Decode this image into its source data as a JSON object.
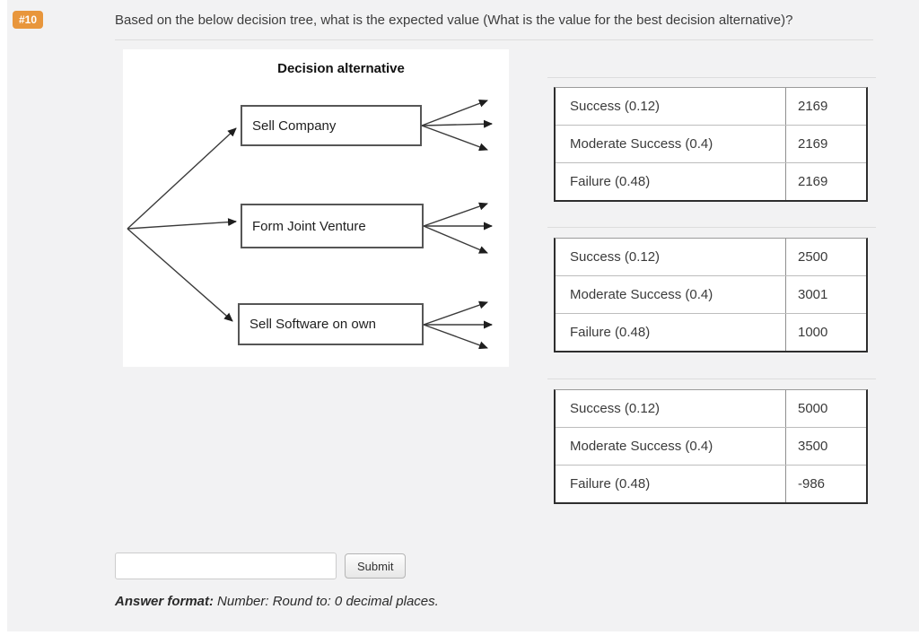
{
  "question": {
    "badge": "#10",
    "badge_color": "#e8963c",
    "text": "Based on the below decision tree, what is the expected value (What is the value for the best decision alternative)?"
  },
  "diagram": {
    "title": "Decision alternative",
    "alternatives": [
      "Sell Company",
      "Form Joint Venture",
      "Sell Software on own"
    ]
  },
  "tables": [
    {
      "rows": [
        {
          "label": "Success (0.12)",
          "value": "2169"
        },
        {
          "label": "Moderate Success (0.4)",
          "value": "2169"
        },
        {
          "label": "Failure (0.48)",
          "value": "2169"
        }
      ]
    },
    {
      "rows": [
        {
          "label": "Success (0.12)",
          "value": "2500"
        },
        {
          "label": "Moderate Success (0.4)",
          "value": "3001"
        },
        {
          "label": "Failure (0.48)",
          "value": "1000"
        }
      ]
    },
    {
      "rows": [
        {
          "label": "Success (0.12)",
          "value": "5000"
        },
        {
          "label": "Moderate Success (0.4)",
          "value": "3500"
        },
        {
          "label": "Failure (0.48)",
          "value": "-986"
        }
      ]
    }
  ],
  "answer": {
    "input_value": "",
    "submit_label": "Submit",
    "format_label": "Answer format:",
    "format_text": "Number: Round to: 0 decimal places."
  }
}
